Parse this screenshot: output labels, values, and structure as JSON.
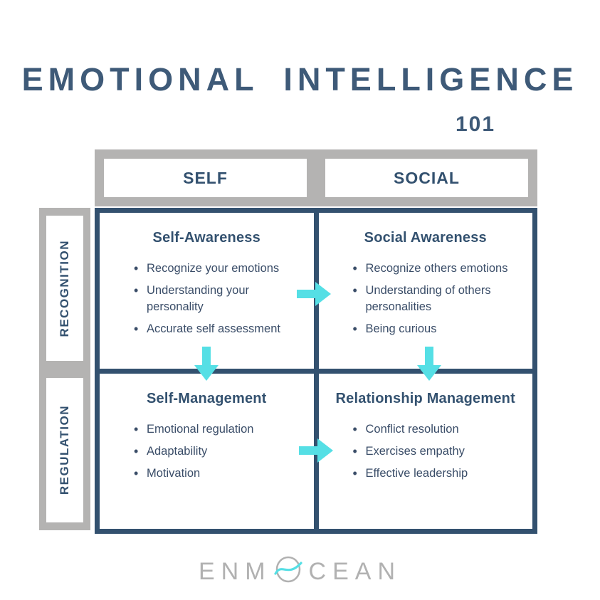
{
  "header": {
    "title": "EMOTIONAL INTELLIGENCE",
    "subtitle": "101"
  },
  "axis": {
    "columns": [
      "SELF",
      "SOCIAL"
    ],
    "rows": [
      "RECOGNITION",
      "REGULATION"
    ]
  },
  "quadrants": [
    {
      "title": "Self-Awareness",
      "bullets": [
        "Recognize your emotions",
        "Understanding your personality",
        "Accurate self assessment"
      ]
    },
    {
      "title": "Social Awareness",
      "bullets": [
        "Recognize others emotions",
        "Understanding of others personalities",
        "Being curious"
      ]
    },
    {
      "title": "Self-Management",
      "bullets": [
        "Emotional regulation",
        "Adaptability",
        "Motivation"
      ]
    },
    {
      "title": "Relationship Management",
      "bullets": [
        "Conflict resolution",
        "Exercises empathy",
        "Effective leadership"
      ]
    }
  ],
  "footer": {
    "brand_prefix": "ENM",
    "brand_o": "O",
    "brand_suffix": "CEAN"
  },
  "colors": {
    "navy": "#33516f",
    "band_gray": "#b4b3b2",
    "arrow_cyan": "#55dfe5",
    "brand_gray": "#b1b1b1"
  }
}
